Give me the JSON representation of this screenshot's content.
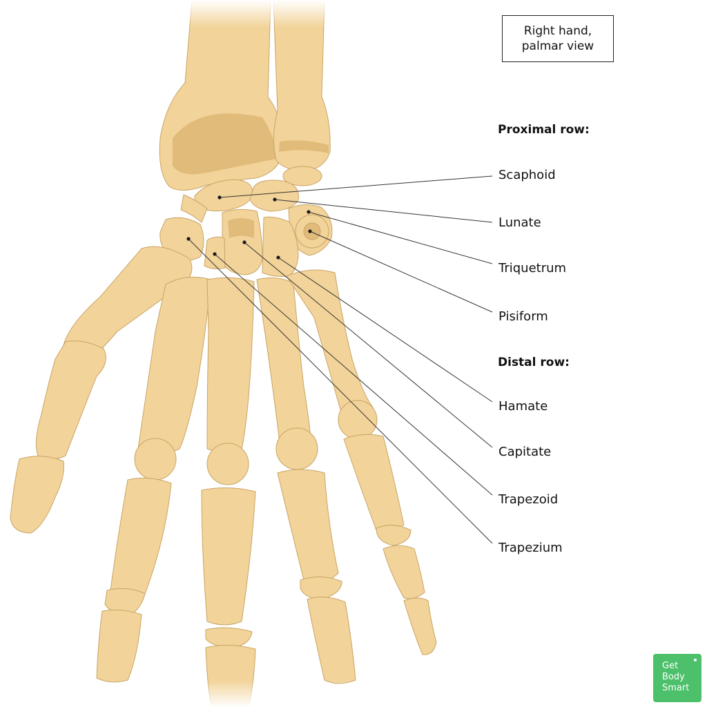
{
  "view_box": {
    "line1": "Right hand,",
    "line2": "palmar view"
  },
  "proximal_heading": "Proximal row:",
  "distal_heading": "Distal row:",
  "labels": {
    "scaphoid": "Scaphoid",
    "lunate": "Lunate",
    "triquetrum": "Triquetrum",
    "pisiform": "Pisiform",
    "hamate": "Hamate",
    "capitate": "Capitate",
    "trapezoid": "Trapezoid",
    "trapezium": "Trapezium"
  },
  "badge": {
    "line1": "Get",
    "line2": "Body",
    "line3": "Smart"
  },
  "colors": {
    "bone": "#f2d399",
    "bone_shade": "#e0bb7a",
    "outline": "#c8a466",
    "badge": "#4cc06a"
  }
}
